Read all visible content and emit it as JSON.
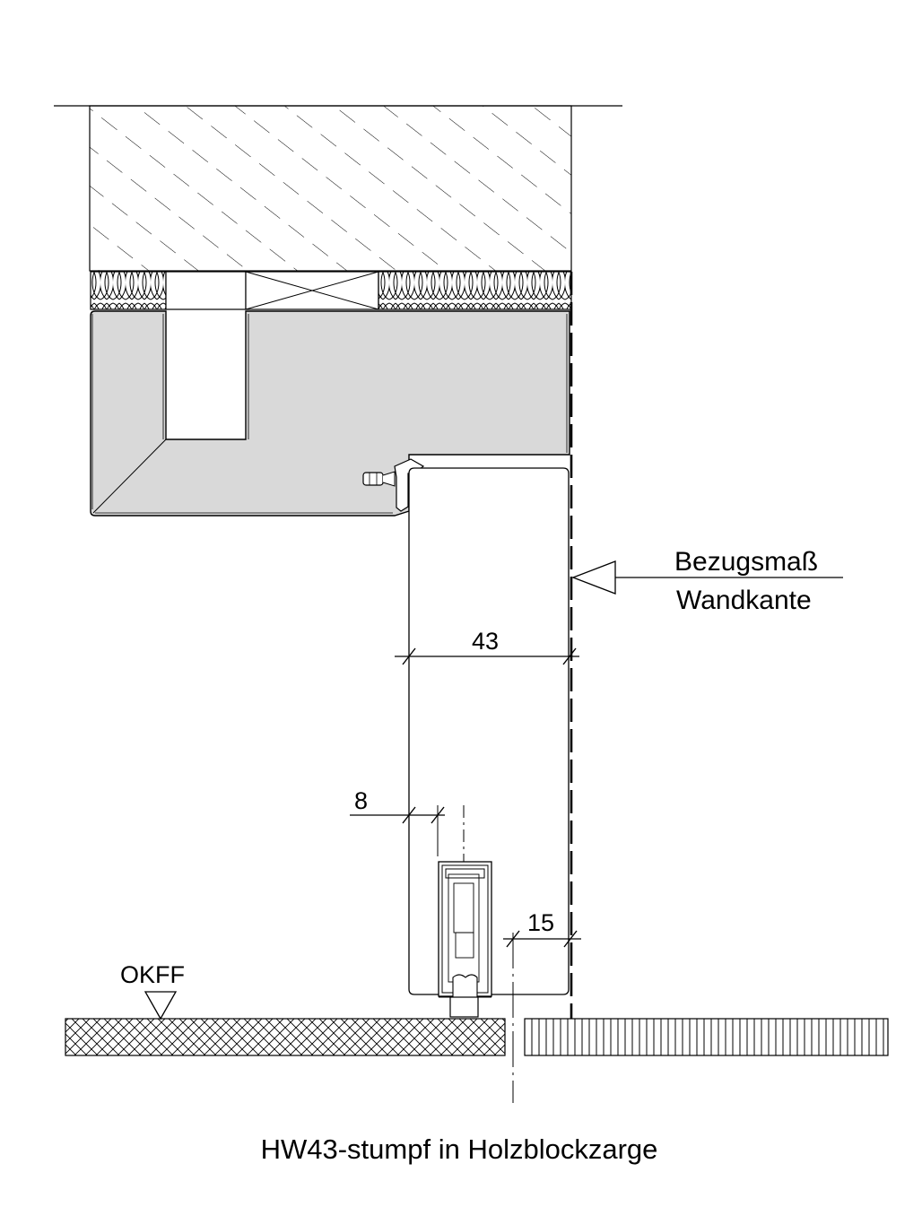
{
  "labels": {
    "reference_line1": "Bezugsmaß",
    "reference_line2": "Wandkante",
    "dimension_total": "43",
    "dimension_offset": "8",
    "dimension_gap": "15",
    "floor_level": "OKFF",
    "caption": "HW43-stumpf in Holzblockzarge"
  },
  "colors": {
    "line": "#000000",
    "frame_fill": "#d9d9d9",
    "background": "#ffffff"
  }
}
